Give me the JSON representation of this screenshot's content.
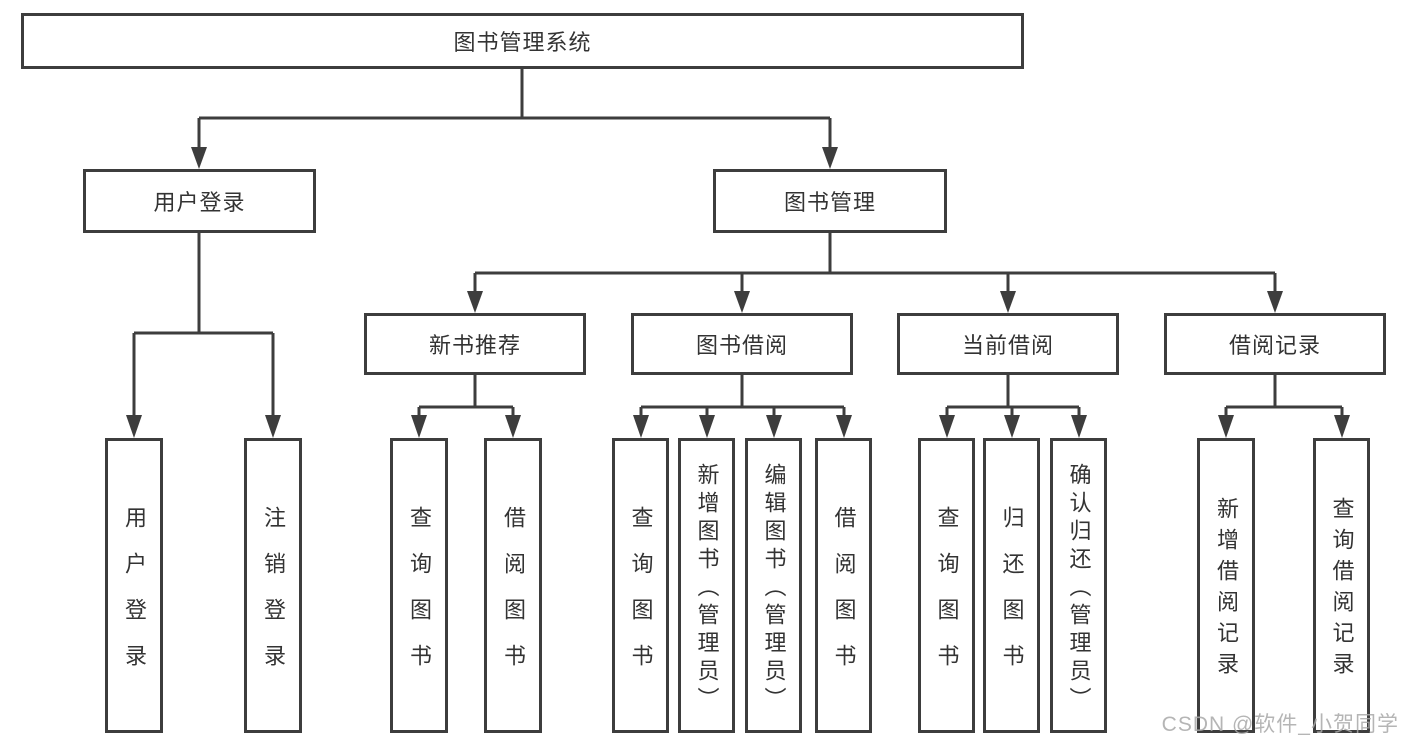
{
  "diagram": {
    "title": "图书管理系统",
    "branches": [
      {
        "label": "用户登录",
        "children": [
          "用户登录",
          "注销登录"
        ]
      },
      {
        "label": "图书管理",
        "groups": [
          {
            "label": "新书推荐",
            "children": [
              "查询图书",
              "借阅图书"
            ]
          },
          {
            "label": "图书借阅",
            "children": [
              "查询图书",
              "新增图书（管理员）",
              "编辑图书（管理员）",
              "借阅图书"
            ]
          },
          {
            "label": "当前借阅",
            "children": [
              "查询图书",
              "归还图书",
              "确认归还（管理员）"
            ]
          },
          {
            "label": "借阅记录",
            "children": [
              "新增借阅记录",
              "查询借阅记录"
            ]
          }
        ]
      }
    ]
  },
  "watermark": "CSDN @软件_小贺同学",
  "colors": {
    "background": "#ffffff",
    "box_border": "#3d3d3d",
    "connector": "#3d3d3d",
    "text": "#333333",
    "watermark": "#a9a9a9"
  }
}
